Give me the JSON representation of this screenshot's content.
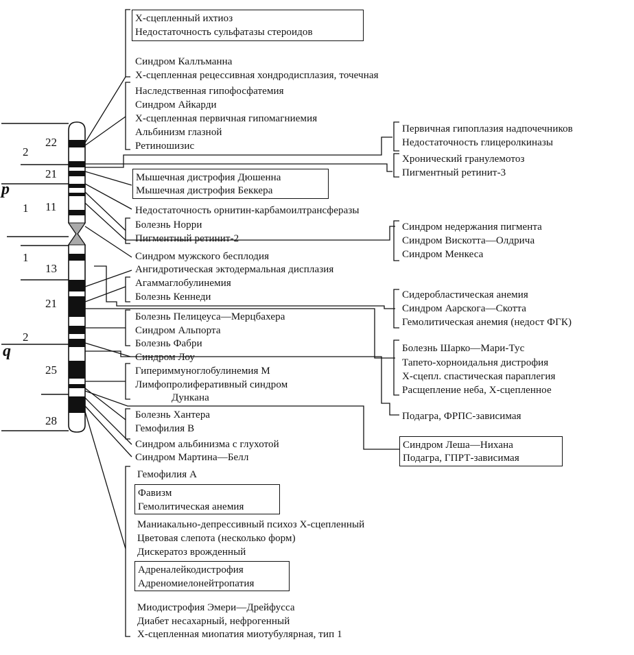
{
  "chromosome": {
    "arm_p": "p",
    "arm_q": "q",
    "region_labels": {
      "p2": "2",
      "p1": "1",
      "q1": "1",
      "q2": "2"
    },
    "band_labels": {
      "p22": "22",
      "p21": "21",
      "p11": "11",
      "q13": "13",
      "q21": "21",
      "q25": "25",
      "q28": "28"
    }
  },
  "groups": {
    "g1": [
      "Х-сцепленный ихтиоз",
      "Недостаточность сульфатазы стероидов"
    ],
    "g2": [
      "Синдром Каллъманна",
      "Х-сцепленная рецессивная хондродисплазия, точечная"
    ],
    "g3": [
      "Наследственная гипофосфатемия",
      "Синдром Айкарди",
      "Х-сцепленная первичная гипомагниемия",
      "Альбинизм глазной",
      "Ретиношизис"
    ],
    "g4": [
      "Первичная гипоплазия надпочечников",
      "Недостаточность глицеролкиназы"
    ],
    "g5": [
      "Хронический гранулемотоз",
      "Пигментный ретинит-3"
    ],
    "g6": [
      "Мышечная дистрофия Дюшенна",
      "Мышечная дистрофия Беккера"
    ],
    "g7": [
      "Недостаточность орнитин-карбамоилтрансферазы"
    ],
    "g8": [
      "Болезнь Норри",
      "Пигментный ретинит-2"
    ],
    "g9": [
      "Синдром недержания пигмента",
      "Синдром Вискотта—Олдрича",
      "Синдром Менкеса"
    ],
    "g10": [
      "Синдром мужского бесплодия"
    ],
    "g11": [
      "Ангидротическая эктодермальная дисплазия"
    ],
    "g12": [
      "Агаммаглобулинемия",
      "Болезнь Кеннеди"
    ],
    "g13": [
      "Сидеробластическая анемия",
      "Синдром Аарскога—Скотта",
      "Гемолитическая анемия (недост ФГК)"
    ],
    "g14": [
      "Болезнь Пелицеуса—Мерцбахера",
      "Синдром Альпорта",
      "Болезнь Фабри"
    ],
    "g15": [
      "Болезнь Шарко—Мари-Тус",
      "Тапето-хорноидальня дистрофия",
      "Х-сцепл. спастическая параплегия",
      "Расщепление неба, Х-сцепленное"
    ],
    "g16": [
      "Синдром Лоу",
      "Гипериммуноглобулинемия М",
      "Лимфопролиферативный синдром",
      "Дункана"
    ],
    "g17": [
      "Подагра, ФРПС-зависимая"
    ],
    "g18": [
      "Болезнь Хантера",
      "Гемофилия В",
      "Синдром альбинизма с глухотой",
      "Синдром Мартина—Белл"
    ],
    "g19": [
      "Синдром Леша—Нихана",
      "Подагра, ГПРТ-зависимая"
    ],
    "g20": [
      "Гемофилия А"
    ],
    "g21": [
      "Фавизм",
      "Гемолитическая анемия"
    ],
    "g22": [
      "Маниакально-депрессивный психоз Х-сцепленный",
      "Цветовая слепота (несколько форм)",
      "Дискератоз врожденный"
    ],
    "g23": [
      "Адреналейкодистрофия",
      "Адреномиелонейтропатия"
    ],
    "g24": [
      "Миодистрофия Эмери—Дрейфусса",
      "Диабет несахарный, нефрогенный",
      "Х-сцепленная миопатия миотубулярная, тип 1"
    ]
  }
}
